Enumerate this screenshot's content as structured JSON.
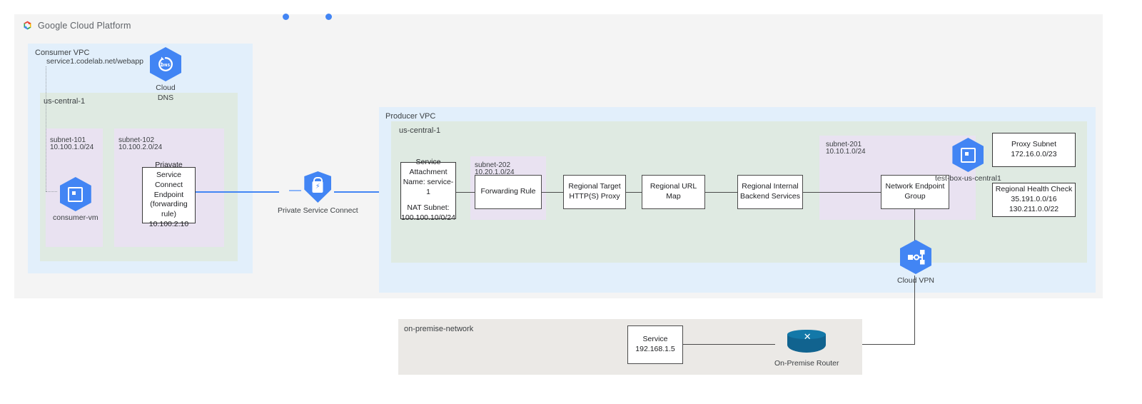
{
  "header": {
    "logo_icon": "google-cloud-logo",
    "title": "Google Cloud Platform"
  },
  "consumer": {
    "vpc_label": "Consumer VPC",
    "region_label": "us-central-1",
    "dns_record": "service1.codelab.net/webapp",
    "cloud_dns": {
      "icon": "cloud-dns-icon",
      "line1": "Cloud",
      "line2": "DNS"
    },
    "subnets": [
      {
        "name": "subnet-101",
        "cidr": "10.100.1.0/24"
      },
      {
        "name": "subnet-102",
        "cidr": "10.100.2.0/24"
      }
    ],
    "vm": {
      "icon": "compute-vm-icon",
      "label": "consumer-vm"
    },
    "endpoint": {
      "line1": "Priavate Service",
      "line2": "Connect Endpoint",
      "line3": "(forwarding rule)",
      "line4": "10.100.2.10"
    }
  },
  "psc": {
    "icon": "private-service-connect-icon",
    "label": "Private Service Connect"
  },
  "producer": {
    "vpc_label": "Producer VPC",
    "region_label": "us-central-1",
    "service_attachment": {
      "line1": "Service",
      "line2": "Attachment",
      "line3": "Name: service-1",
      "line4": "NAT Subnet:",
      "line5": "100.100.10/0/24"
    },
    "subnet_202": {
      "name": "subnet-202",
      "cidr": "10.20.1.0/24"
    },
    "subnet_201": {
      "name": "subnet-201",
      "cidr": "10.10.1.0/24"
    },
    "chain": [
      {
        "id": "forwarding-rule",
        "line1": "Forwarding Rule",
        "line2": ""
      },
      {
        "id": "regional-target-proxy",
        "line1": "Regional Target",
        "line2": "HTTP(S) Proxy"
      },
      {
        "id": "regional-url-map",
        "line1": "Regional URL Map",
        "line2": ""
      },
      {
        "id": "regional-backend-services",
        "line1": "Regional Internal",
        "line2": "Backend Services"
      },
      {
        "id": "network-endpoint-group",
        "line1": "Network Endpoint",
        "line2": "Group"
      }
    ],
    "test_box": {
      "icon": "compute-vm-icon",
      "label": "test-box-us-central1"
    },
    "proxy_subnet": {
      "line1": "Proxy Subnet",
      "line2": "172.16.0.0/23"
    },
    "health_check": {
      "line1": "Regional Health Check",
      "line2": "35.191.0.0/16",
      "line3": "130.211.0.0/22"
    },
    "cloud_vpn": {
      "icon": "cloud-vpn-icon",
      "label": "Cloud VPN"
    }
  },
  "onpremise": {
    "label": "on-premise-network",
    "service": {
      "line1": "Service",
      "line2": "192.168.1.5"
    },
    "router": {
      "icon": "on-premise-router-icon",
      "label": "On-Premise Router"
    }
  },
  "colors": {
    "vpc_fill": "#e2effb",
    "region_fill": "#dfeae2",
    "subnet_fill": "#e9e2f1",
    "outer_fill": "#f4f4f4",
    "onprem_fill": "#ebe9e6",
    "google_blue": "#4285f4",
    "link_blue": "#4285f4",
    "link_gray": "#4a4a4a",
    "router_teal": "#11638f"
  }
}
